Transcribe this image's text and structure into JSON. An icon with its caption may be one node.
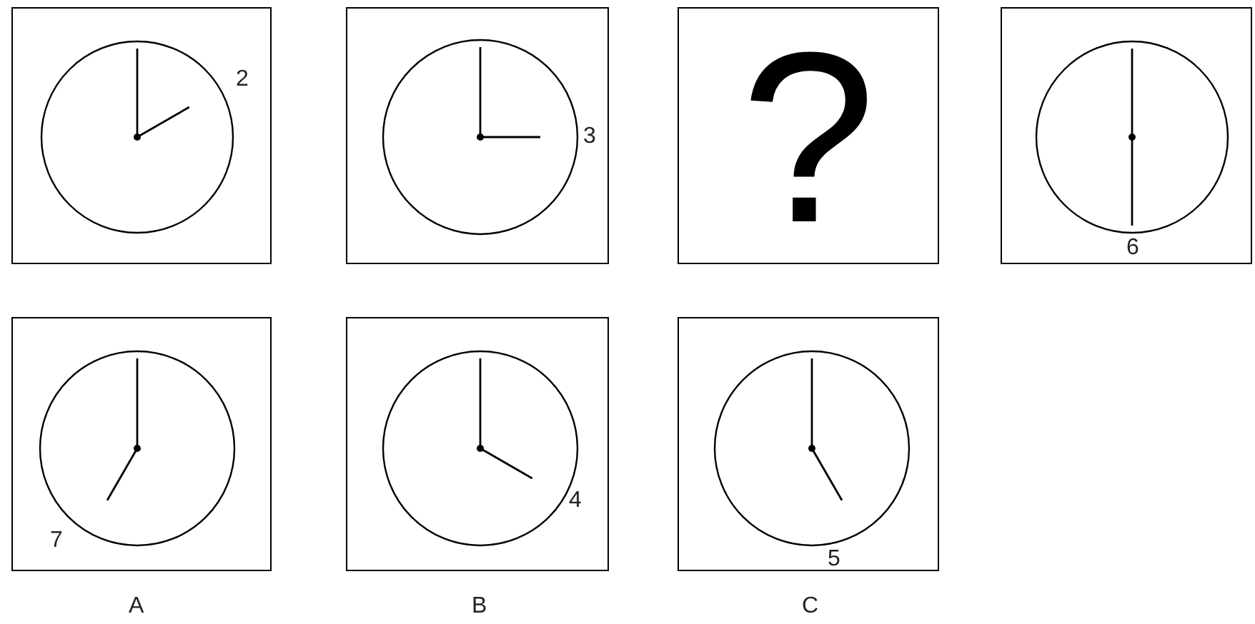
{
  "diagram": {
    "nodes": [
      {
        "text": [
          "2"
        ]
      },
      {
        "text": [
          "3"
        ]
      },
      {
        "text": [
          "?"
        ]
      },
      {
        "text": [
          "6"
        ]
      },
      {
        "text": [
          "7",
          "A"
        ]
      },
      {
        "text": [
          "4",
          "B"
        ]
      },
      {
        "text": [
          "5",
          "C"
        ]
      }
    ]
  }
}
